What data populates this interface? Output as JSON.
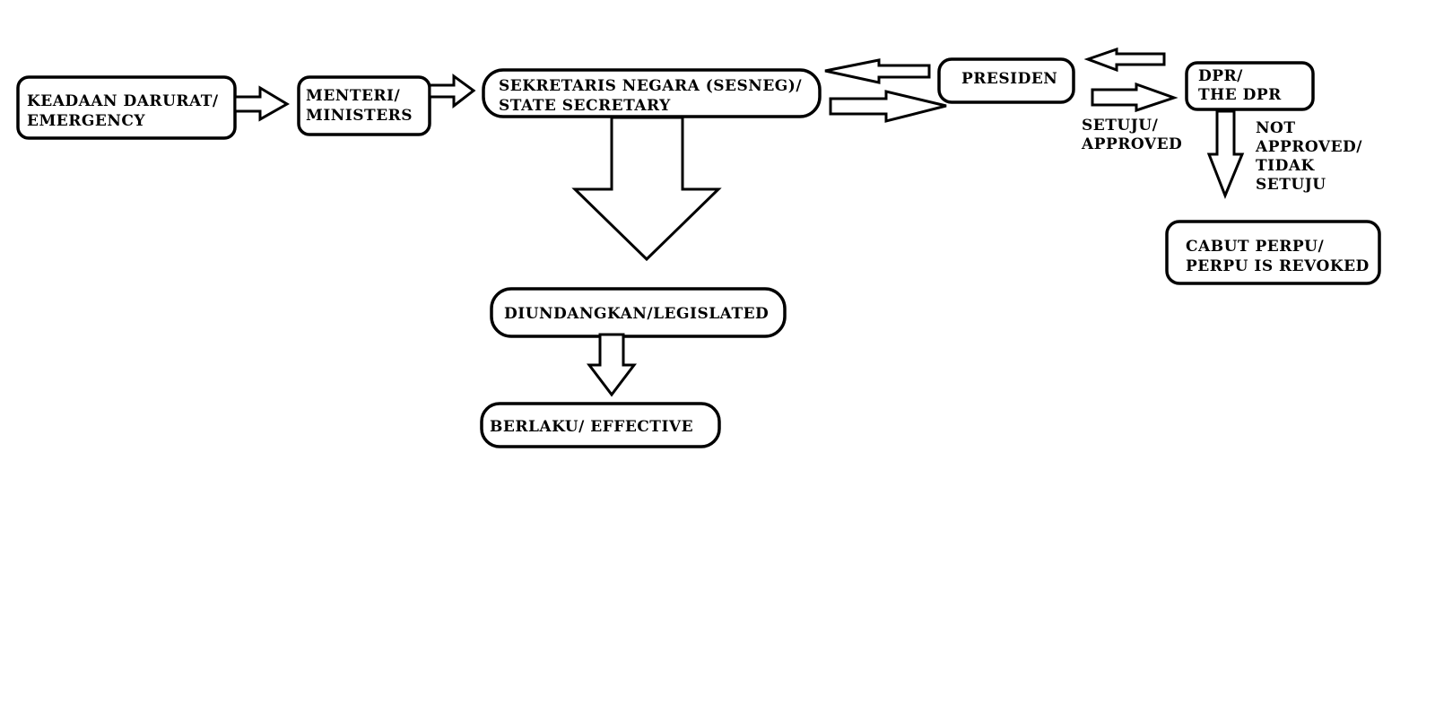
{
  "nodes": {
    "emergency": {
      "line1": "KEADAAN DARURAT/",
      "line2": "EMERGENCY"
    },
    "ministers": {
      "line1": "MENTERI/",
      "line2": "MINISTERS"
    },
    "state_secretary": {
      "line1": "SEKRETARIS NEGARA (SESNEG)/",
      "line2": "STATE SECRETARY"
    },
    "president": {
      "line1": "PRESIDEN"
    },
    "dpr": {
      "line1": "DPR/",
      "line2": "THE DPR"
    },
    "legislated": {
      "line1": "DIUNDANGKAN/LEGISLATED"
    },
    "effective": {
      "line1": "BERLAKU/ EFFECTIVE"
    },
    "revoked": {
      "line1": "CABUT PERPU/",
      "line2": "PERPU IS REVOKED"
    }
  },
  "edge_labels": {
    "approved": {
      "line1": "SETUJU/",
      "line2": "APPROVED"
    },
    "not_approved": {
      "line1": "NOT",
      "line2": "APPROVED/",
      "line3": "TIDAK",
      "line4": "SETUJU"
    }
  }
}
